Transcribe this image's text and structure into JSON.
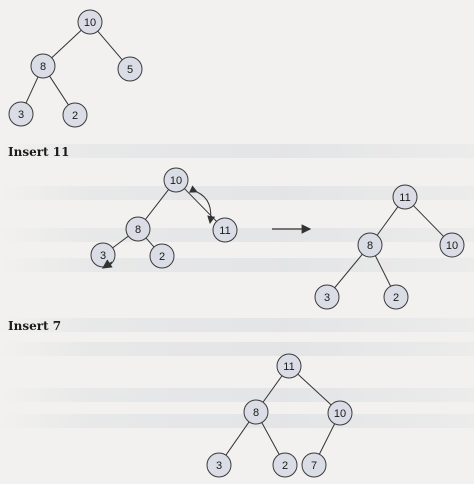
{
  "headings": {
    "insert_11": "Insert 11",
    "insert_7": "Insert 7"
  },
  "colors": {
    "node_fill": "#dadde6",
    "node_stroke": "#3a3a3a",
    "edge": "#333333",
    "page_bg": "#f2f1ef"
  },
  "icons": {
    "swap_arrow": "curved-double-arrow-icon",
    "transform_arrow": "right-arrow-icon",
    "swap_pointer": "small-arrow-icon"
  },
  "trees": [
    {
      "name": "initial-heap",
      "nodes": [
        {
          "id": "a",
          "label": "10"
        },
        {
          "id": "b",
          "label": "8"
        },
        {
          "id": "c",
          "label": "5"
        },
        {
          "id": "d",
          "label": "3"
        },
        {
          "id": "e",
          "label": "2"
        }
      ],
      "edges": [
        [
          "a",
          "b"
        ],
        [
          "a",
          "c"
        ],
        [
          "b",
          "d"
        ],
        [
          "b",
          "e"
        ]
      ]
    },
    {
      "name": "insert-11-before-swap",
      "nodes": [
        {
          "id": "a",
          "label": "10"
        },
        {
          "id": "b",
          "label": "8"
        },
        {
          "id": "c",
          "label": "11"
        },
        {
          "id": "d",
          "label": "3"
        },
        {
          "id": "e",
          "label": "2"
        }
      ],
      "edges": [
        [
          "a",
          "b"
        ],
        [
          "a",
          "c"
        ],
        [
          "b",
          "d"
        ],
        [
          "b",
          "e"
        ]
      ]
    },
    {
      "name": "insert-11-after-swap",
      "nodes": [
        {
          "id": "a",
          "label": "11"
        },
        {
          "id": "b",
          "label": "8"
        },
        {
          "id": "c",
          "label": "10"
        },
        {
          "id": "d",
          "label": "3"
        },
        {
          "id": "e",
          "label": "2"
        }
      ],
      "edges": [
        [
          "a",
          "b"
        ],
        [
          "a",
          "c"
        ],
        [
          "b",
          "d"
        ],
        [
          "b",
          "e"
        ]
      ]
    },
    {
      "name": "insert-7-result",
      "nodes": [
        {
          "id": "a",
          "label": "11"
        },
        {
          "id": "b",
          "label": "8"
        },
        {
          "id": "c",
          "label": "10"
        },
        {
          "id": "d",
          "label": "3"
        },
        {
          "id": "e",
          "label": "2"
        },
        {
          "id": "f",
          "label": "7"
        }
      ],
      "edges": [
        [
          "a",
          "b"
        ],
        [
          "a",
          "c"
        ],
        [
          "b",
          "d"
        ],
        [
          "b",
          "e"
        ],
        [
          "c",
          "f"
        ]
      ]
    }
  ]
}
